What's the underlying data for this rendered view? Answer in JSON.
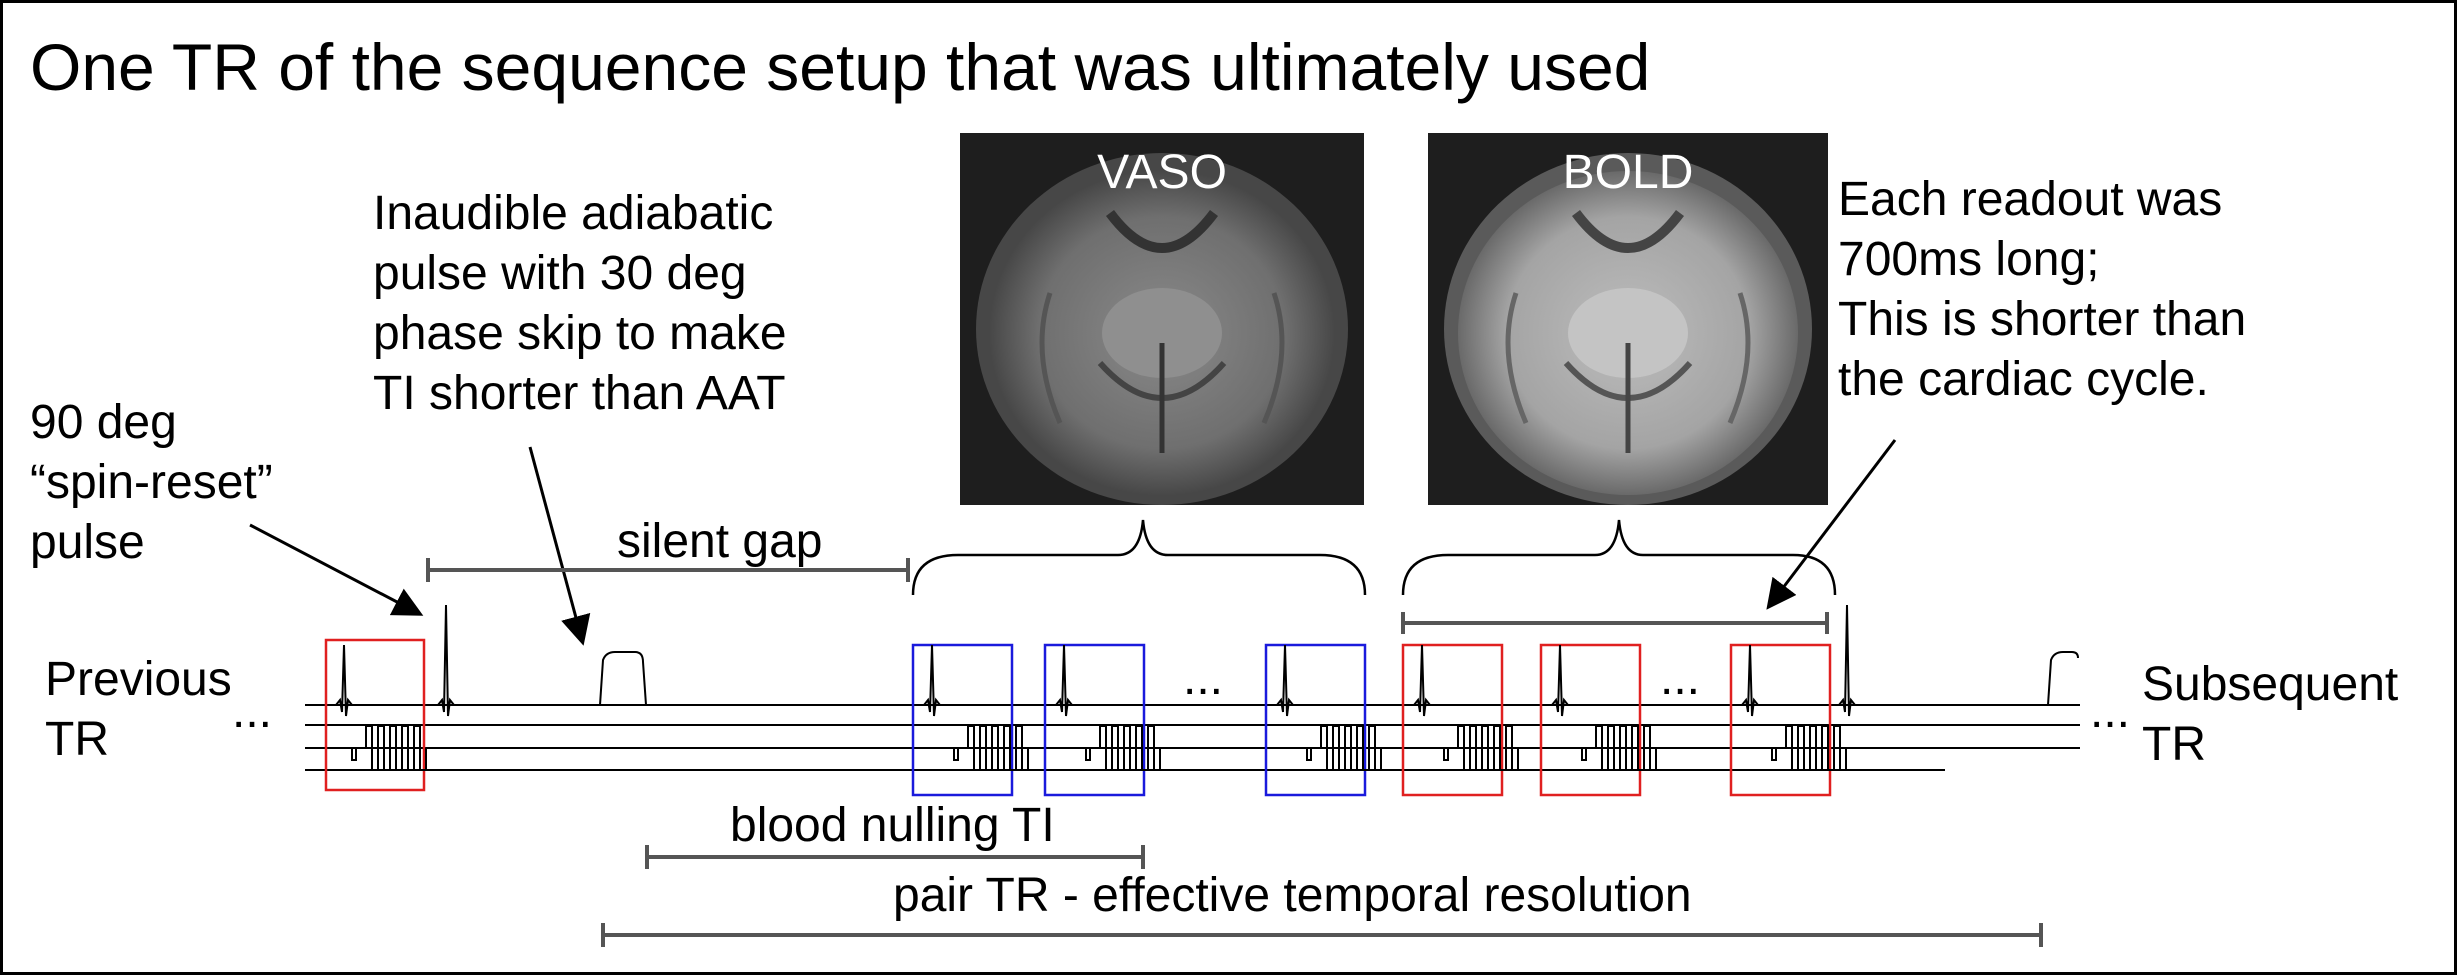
{
  "title": "One TR of the sequence setup that was ultimately used",
  "annotations": {
    "spin_reset": [
      "90 deg",
      "“spin-reset”",
      "pulse"
    ],
    "adiabatic": [
      "Inaudible adiabatic",
      "pulse with 30 deg",
      "phase skip to make",
      "TI shorter than AAT"
    ],
    "readout": [
      "Each readout was",
      "700ms long;",
      "This is shorter than",
      "the cardiac cycle."
    ],
    "silent_gap": "silent gap",
    "previous_tr": [
      "Previous",
      "TR"
    ],
    "subsequent_tr": [
      "Subsequent",
      "TR"
    ],
    "blood_nulling": "blood nulling TI",
    "pair_tr": "pair TR - effective temporal resolution",
    "ellipsis": "..."
  },
  "images": [
    {
      "label": "VASO",
      "tone": "darker"
    },
    {
      "label": "BOLD",
      "tone": "brighter"
    }
  ],
  "colors": {
    "spin_reset_box": "#e02020",
    "vaso_box": "#1a1adc",
    "bold_box": "#e02020",
    "bracket": "#555555",
    "line": "#000000"
  }
}
